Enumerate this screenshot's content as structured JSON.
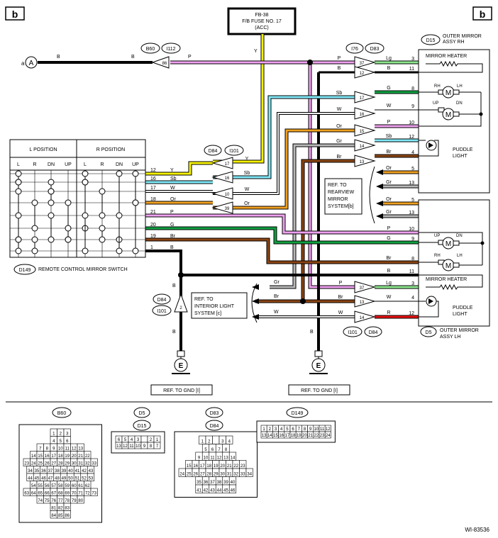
{
  "corner_label": "b",
  "fuse": {
    "line1": "FB-38",
    "line2": "F/B FUSE NO. 17",
    "line3": "(ACC)"
  },
  "connector_a": "A",
  "conn_b60": "B60",
  "conn_i112": "I112",
  "conn_i76": "I76",
  "conn_d83": "D83",
  "conn_d84": "D84",
  "conn_i101": "I101",
  "conn_d15": "D15",
  "conn_d5": "D5",
  "conn_d149": "D149",
  "d15_title1": "OUTER MIRROR",
  "d15_title2": "ASSY RH",
  "d5_title1": "OUTER MIRROR",
  "d5_title2": "ASSY LH",
  "mirror_heater": "MIRROR HEATER",
  "puddle1": "PUDDLE",
  "puddle2": "LIGHT",
  "rh": "RH",
  "lh": "LH",
  "up": "UP",
  "dn": "DN",
  "motor": "M",
  "switch_title": "REMOTE CONTROL MIRROR SWITCH",
  "l_position": "L POSITION",
  "r_position": "R POSITION",
  "switch_cols": [
    "L",
    "R",
    "DN",
    "UP",
    "L",
    "R",
    "DN",
    "UP"
  ],
  "ref_rearview": [
    "REF. TO",
    "REARVIEW",
    "MIRROR",
    "SYSTEM[b]"
  ],
  "ref_interior": [
    "REF. TO",
    "INTERIOR LIGHT",
    "SYSTEM [c]"
  ],
  "ref_gnd": "REF. TO GND [I]",
  "ground": "E",
  "pin_86": "86",
  "pin_2": "2",
  "wires": {
    "B": "B",
    "P": "P",
    "Y": "Y",
    "Lg": "Lg",
    "Sb": "Sb",
    "G": "G",
    "W": "W",
    "Or": "Or",
    "Gr": "Gr",
    "Br": "Br",
    "R": "R"
  },
  "switch_pins": [
    "12",
    "16",
    "17",
    "18",
    "21",
    "20",
    "19",
    "1"
  ],
  "switch_wires": [
    "Y",
    "Sb",
    "W",
    "Or",
    "P",
    "G",
    "Br",
    "B"
  ],
  "d84_pins": [
    "17",
    "16",
    "10",
    "39"
  ],
  "d83_pins": [
    "37",
    "12",
    "17",
    "16",
    "15",
    "14",
    "13"
  ],
  "d83_wires_in": [
    "P",
    "B",
    "Sb",
    "W",
    "Or",
    "Gr",
    "Br"
  ],
  "d15_pins": [
    "3",
    "11",
    "8",
    "9",
    "10",
    "12",
    "4"
  ],
  "d15_wires": [
    "Lg",
    "B",
    "G",
    "W",
    "P",
    "Sb",
    "Br"
  ],
  "rear_pins": [
    "5",
    "13",
    "5",
    "13"
  ],
  "rear_wires": [
    "Or",
    "Gr",
    "Or",
    "Gr"
  ],
  "d5_upper_pins": [
    "10",
    "9",
    "8",
    "11"
  ],
  "d5_upper_wires": [
    "P",
    "G",
    "Br",
    "B"
  ],
  "d5_lower_pins": [
    "37",
    "13",
    "14"
  ],
  "d5_lower_in": [
    "P",
    "Br",
    "W"
  ],
  "d5_lower_out": [
    "Lg",
    "W",
    "R"
  ],
  "d5_lower_outpins": [
    "3",
    "4",
    "12"
  ],
  "b60_rows": [
    [
      "1",
      "2",
      "3"
    ],
    [
      "4",
      "5",
      "6"
    ],
    [
      "7",
      "8",
      "9",
      "10",
      "11",
      "12",
      "13"
    ],
    [
      "14",
      "15",
      "16",
      "17",
      "18",
      "19",
      "20",
      "21",
      "22"
    ],
    [
      "23",
      "24",
      "25",
      "26",
      "27",
      "28",
      "29",
      "30",
      "31",
      "32",
      "33"
    ],
    [
      "34",
      "35",
      "36",
      "37",
      "38",
      "39",
      "40",
      "41",
      "42",
      "43"
    ],
    [
      "44",
      "45",
      "46",
      "47",
      "48",
      "49",
      "50",
      "51",
      "52",
      "53"
    ],
    [
      "54",
      "55",
      "56",
      "57",
      "58",
      "59",
      "60",
      "61",
      "62"
    ],
    [
      "63",
      "64",
      "65",
      "66",
      "67",
      "68",
      "69",
      "70",
      "71",
      "72",
      "73"
    ],
    [
      "74",
      "75",
      "76",
      "77",
      "78",
      "79",
      "80"
    ],
    [
      "81",
      "82",
      "83"
    ],
    [
      "84",
      "85",
      "86"
    ]
  ],
  "d5_conn_rows": [
    [
      "6",
      "5",
      "4",
      "3",
      "",
      "2",
      "1"
    ],
    [
      "13",
      "12",
      "11",
      "10",
      "9",
      "8",
      "7"
    ]
  ],
  "d83_conn_rows": [
    [
      "1",
      "2",
      "",
      "3",
      "4"
    ],
    [
      "5",
      "6",
      "7",
      "8"
    ],
    [
      "9",
      "10",
      "11",
      "12",
      "13",
      "14"
    ],
    [
      "15",
      "16",
      "17",
      "18",
      "19",
      "20",
      "21",
      "22",
      "23"
    ],
    [
      "24",
      "25",
      "26",
      "27",
      "28",
      "29",
      "30",
      "31",
      "32",
      "33",
      "34"
    ],
    [
      "35",
      "36",
      "37",
      "38",
      "39",
      "40"
    ],
    [
      "41",
      "42",
      "43",
      "44",
      "45",
      "46"
    ]
  ],
  "d149_rows": [
    [
      "1",
      "2",
      "3",
      "4",
      "5",
      "6",
      "7",
      "8",
      "9",
      "10",
      "11",
      "12"
    ],
    [
      "13",
      "14",
      "15",
      "16",
      "17",
      "18",
      "19",
      "20",
      "21",
      "22",
      "23",
      "24"
    ]
  ],
  "diagram_code": "WI-83536",
  "colors": {
    "Y": "#f5f200",
    "P": "#f0a0f0",
    "Lg": "#8ee88e",
    "Sb": "#80e8f8",
    "G": "#10a040",
    "W": "#d8d8d8",
    "Or": "#f0a020",
    "Gr": "#b8b8b8",
    "Br": "#8b4513",
    "R": "#e81010",
    "B": "#000000"
  }
}
